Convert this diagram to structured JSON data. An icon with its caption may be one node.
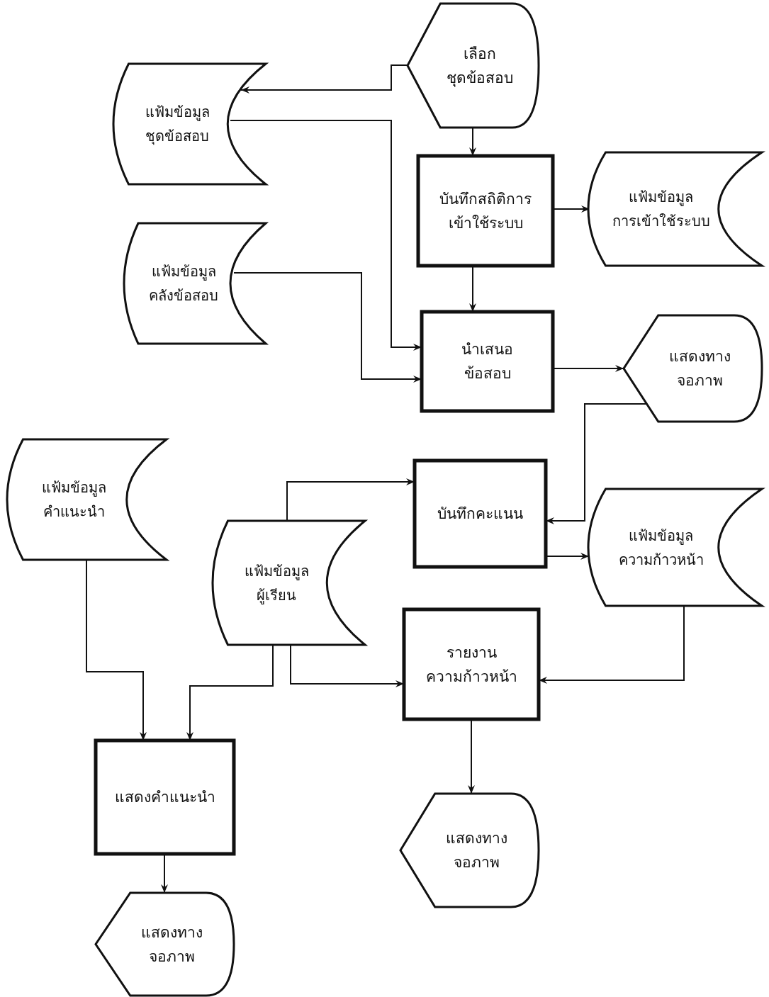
{
  "diagram": {
    "nodes": [
      {
        "text": [
          "เลือก ชุดข้อสอบ"
        ]
      },
      {
        "text": [
          "แฟ้มข้อมูล ชุดข้อสอบ"
        ]
      },
      {
        "text": [
          "บันทึกสถิติการ เข้าใช้ระบบ"
        ]
      },
      {
        "text": [
          "แฟ้มข้อมูล การเข้าใช้ระบบ"
        ]
      },
      {
        "text": [
          "แฟ้มข้อมูล คลังข้อสอบ"
        ]
      },
      {
        "text": [
          "นำเสนอ ข้อสอบ"
        ]
      },
      {
        "text": [
          "แสดงทาง จอภาพ"
        ]
      },
      {
        "text": [
          "แฟ้มข้อมูล คำแนะนำ"
        ]
      },
      {
        "text": [
          "บันทึกคะแนน"
        ]
      },
      {
        "text": [
          "แฟ้มข้อมูล ความก้าวหน้า"
        ]
      },
      {
        "text": [
          "แฟ้มข้อมูล ผู้เรียน"
        ]
      },
      {
        "text": [
          "รายงาน ความก้าวหน้า"
        ]
      },
      {
        "text": [
          "แสดงคำแนะนำ"
        ]
      },
      {
        "text": [
          "แสดงทาง จอภาพ"
        ]
      },
      {
        "text": [
          "แสดงทาง จอภาพ"
        ]
      }
    ],
    "edges": [
      {
        "from": 0,
        "to": 1,
        "arrow": "to"
      },
      {
        "from": 0,
        "to": 2,
        "arrow": "to"
      },
      {
        "from": 1,
        "to": 5,
        "arrow": "to"
      },
      {
        "from": 2,
        "to": 3,
        "arrow": "to"
      },
      {
        "from": 2,
        "to": 5,
        "arrow": "to"
      },
      {
        "from": 4,
        "to": 5,
        "arrow": "to"
      },
      {
        "from": 5,
        "to": 6,
        "arrow": "to"
      },
      {
        "from": 6,
        "to": 8,
        "arrow": "to"
      },
      {
        "from": 10,
        "to": 8,
        "arrow": "to"
      },
      {
        "from": 8,
        "to": 9,
        "arrow": "to"
      },
      {
        "from": 9,
        "to": 11,
        "arrow": "to"
      },
      {
        "from": 10,
        "to": 11,
        "arrow": "to"
      },
      {
        "from": 10,
        "to": 12,
        "arrow": "to"
      },
      {
        "from": 7,
        "to": 12,
        "arrow": "to"
      },
      {
        "from": 11,
        "to": 13,
        "arrow": "to"
      },
      {
        "from": 12,
        "to": 14,
        "arrow": "to"
      }
    ]
  }
}
